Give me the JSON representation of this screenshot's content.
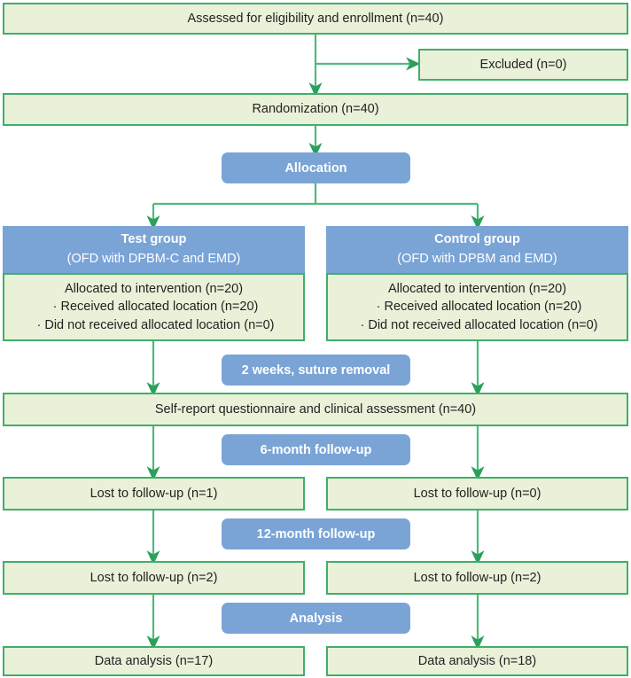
{
  "figure": {
    "type": "consort-flow-diagram",
    "colors": {
      "box_fill": "#e9f1d9",
      "box_border": "#3faf6a",
      "band_fill": "#7aa4d6",
      "connector": "#3faf6a",
      "text": "#231f20",
      "band_text": "#ffffff"
    }
  },
  "enrollment": {
    "assessed": "Assessed for eligibility and enrollment (n=40)",
    "excluded": "Excluded (n=0)",
    "randomization": "Randomization (n=40)"
  },
  "stages": {
    "allocation": "Allocation",
    "suture_removal": "2 weeks, suture removal",
    "followup_6m": "6-month follow-up",
    "followup_12m": "12-month follow-up",
    "analysis": "Analysis"
  },
  "arms": [
    {
      "id": "test",
      "title": "Test group",
      "subtitle": "(OFD with DPBM-C and EMD)",
      "allocated": "Allocated to intervention (n=20)",
      "bullets": [
        "· Received allocated location (n=20)",
        "· Did not received allocated location (n=0)"
      ],
      "lost_6m": "Lost to follow-up (n=1)",
      "lost_12m": "Lost to follow-up (n=2)",
      "analysis": "Data analysis (n=17)"
    },
    {
      "id": "control",
      "title": "Control group",
      "subtitle": "(OFD with DPBM and EMD)",
      "allocated": "Allocated to intervention (n=20)",
      "bullets": [
        "· Received allocated location (n=20)",
        "· Did not received allocated location (n=0)"
      ],
      "lost_6m": "Lost to follow-up (n=0)",
      "lost_12m": "Lost to follow-up (n=2)",
      "analysis": "Data analysis (n=18)"
    }
  ],
  "shared": {
    "assessment": "Self-report questionnaire and clinical assessment (n=40)"
  }
}
